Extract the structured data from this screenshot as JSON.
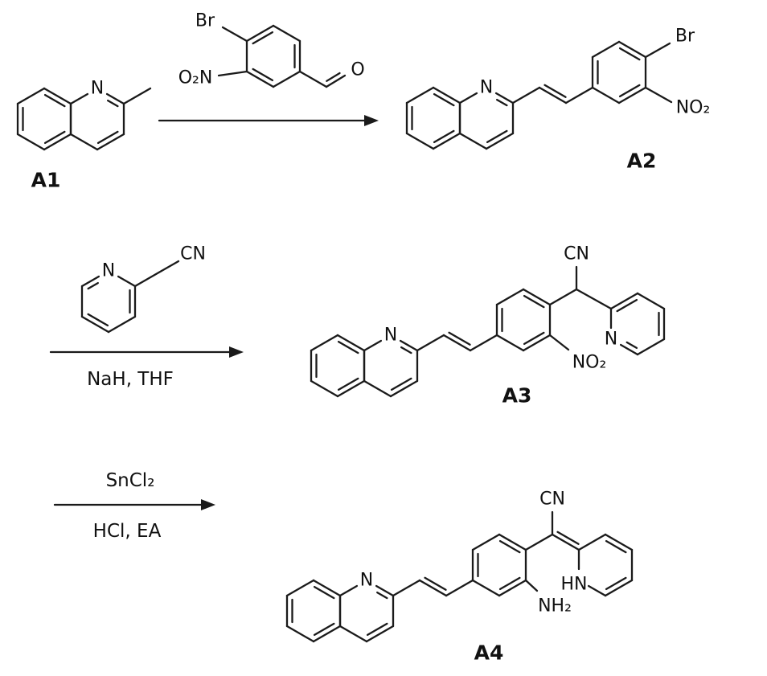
{
  "colors": {
    "ink": "#1a1a1a",
    "background": "#ffffff"
  },
  "compounds": {
    "a1": {
      "label": "A1",
      "ring_n": "N"
    },
    "reagent1": {
      "br": "Br",
      "o2n": "O₂N",
      "o": "O"
    },
    "a2": {
      "label": "A2",
      "ring_n": "N",
      "br": "Br",
      "no2": "NO₂"
    },
    "reagent2": {
      "ring_n": "N",
      "cn": "CN"
    },
    "a3": {
      "label": "A3",
      "quinoline_n": "N",
      "pyridine_n": "N",
      "cn": "CN",
      "no2": "NO₂"
    },
    "a4": {
      "label": "A4",
      "quinoline_n": "N",
      "cn": "CN",
      "nh": "HN",
      "nh2": "NH₂"
    }
  },
  "steps": {
    "step2_below": "NaH, THF",
    "step3_above": "SnCl₂",
    "step3_below": "HCl, EA"
  }
}
